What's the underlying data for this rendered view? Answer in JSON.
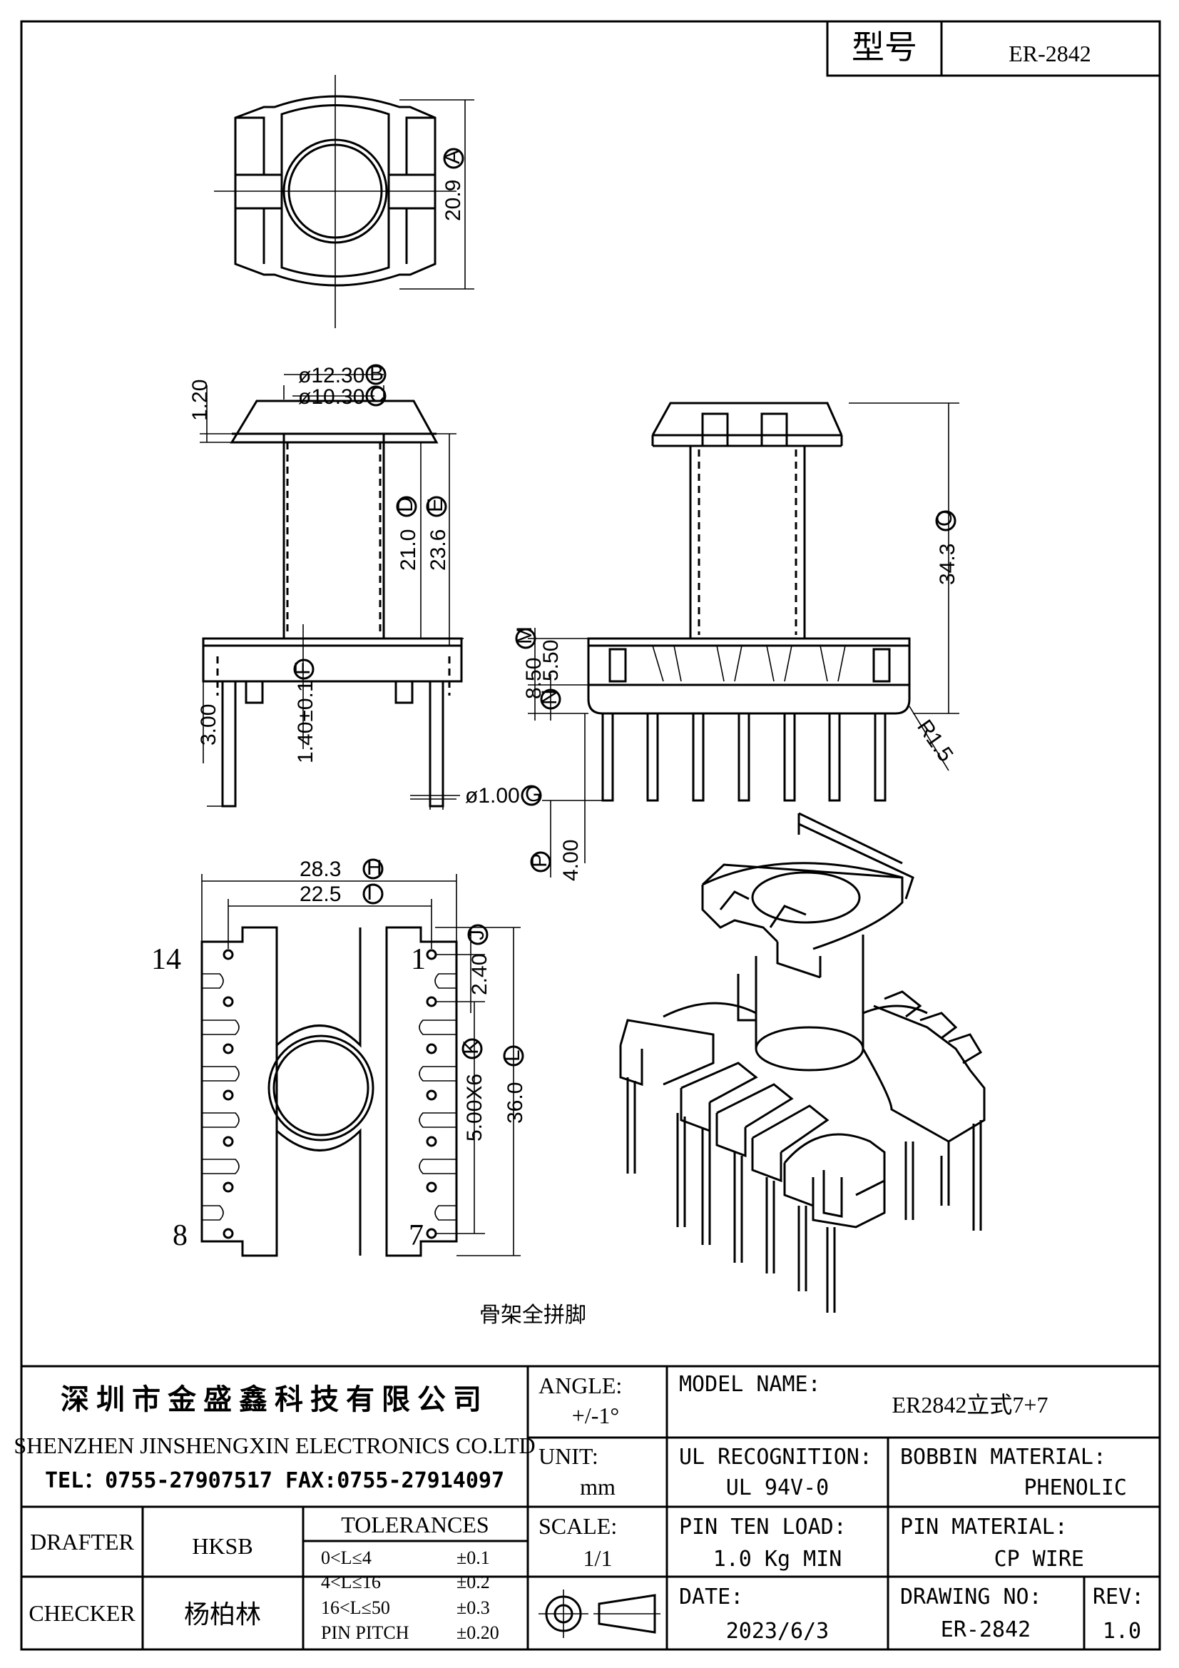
{
  "header": {
    "model_label": "型号",
    "model_value": "ER-2842"
  },
  "top_view": {
    "dim_width": "20.9",
    "dim_width_tag": "A"
  },
  "front_view": {
    "dim_flange": "1.20",
    "dim_outer_dia": "ø12.30",
    "dim_outer_dia_tag": "B",
    "dim_inner_dia": "ø10.30",
    "dim_inner_dia_tag": "C",
    "dim_winding": "21.0",
    "dim_winding_tag": "D",
    "dim_total": "23.6",
    "dim_total_tag": "E",
    "dim_step": "1.40±0.1",
    "dim_step_tag": "F",
    "dim_pin_len": "3.00",
    "dim_pin_dia": "ø1.00",
    "dim_pin_dia_tag": "G"
  },
  "side_view": {
    "dim_height": "34.3",
    "dim_height_tag": "O",
    "dim_base": "8.50",
    "dim_base_tag": "M",
    "dim_base_inner": "5.50",
    "dim_base_inner_tag": "N",
    "dim_radius": "R1.5",
    "dim_pin_ext": "4.00",
    "dim_pin_ext_tag": "P"
  },
  "bottom_view": {
    "dim_span": "28.3",
    "dim_span_tag": "H",
    "dim_pitch_row": "22.5",
    "dim_pitch_row_tag": "I",
    "dim_first": "2.40",
    "dim_first_tag": "J",
    "dim_pitch": "5.00X6",
    "dim_pitch_tag": "K",
    "dim_length": "36.0",
    "dim_length_tag": "L",
    "pin_14": "14",
    "pin_1": "1",
    "pin_8": "8",
    "pin_7": "7",
    "caption": "骨架全拼脚"
  },
  "title_block": {
    "company_cn": "深圳市金盛鑫科技有限公司",
    "company_en": "SHENZHEN JINSHENGXIN ELECTRONICS CO.LTD",
    "contact": "TEL：0755-27907517  FAX:0755-27914097",
    "angle_label": "ANGLE:",
    "angle_value": "+/-1°",
    "model_name_label": "MODEL NAME:",
    "model_name_value": "ER2842立式7+7",
    "unit_label": "UNIT:",
    "unit_value": "mm",
    "ul_label": "UL RECOGNITION:",
    "ul_value": "UL 94V-0",
    "bobbin_label": "BOBBIN MATERIAL:",
    "bobbin_value": "PHENOLIC",
    "drafter_label": "DRAFTER",
    "drafter_value": "HKSB",
    "tolerances_label": "TOLERANCES",
    "tol_rows": [
      {
        "range": "0<L≤4",
        "value": "±0.1"
      },
      {
        "range": "4<L≤16",
        "value": "±0.2"
      },
      {
        "range": "16<L≤50",
        "value": "±0.3"
      },
      {
        "range": "PIN PITCH",
        "value": "±0.20"
      }
    ],
    "scale_label": "SCALE:",
    "scale_value": "1/1",
    "pin_load_label": "PIN TEN LOAD:",
    "pin_load_value": "1.0 Kg MIN",
    "pin_material_label": "PIN MATERIAL:",
    "pin_material_value": "CP WIRE",
    "checker_label": "CHECKER",
    "checker_value": "杨柏林",
    "date_label": "DATE:",
    "date_value": "2023/6/3",
    "drawing_no_label": "DRAWING NO:",
    "drawing_no_value": "ER-2842",
    "rev_label": "REV:",
    "rev_value": "1.0"
  }
}
